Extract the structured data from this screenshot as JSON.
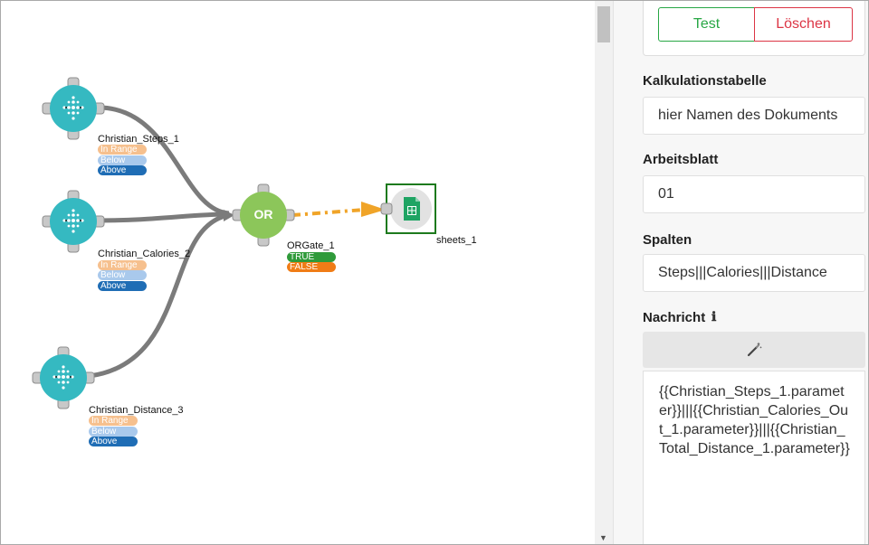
{
  "nodes": {
    "steps": {
      "label": "Christian_Steps_1",
      "tags": [
        "In Range",
        "Below",
        "Above"
      ]
    },
    "calories": {
      "label": "Christian_Calories_2",
      "tags": [
        "In Range",
        "Below",
        "Above"
      ]
    },
    "distance": {
      "label": "Christian_Distance_3",
      "tags": [
        "In Range",
        "Below",
        "Above"
      ]
    },
    "orgate": {
      "text": "OR",
      "label": "ORGate_1",
      "tags": [
        "TRUE",
        "FALSE"
      ]
    },
    "sheets": {
      "label": "sheets_1"
    }
  },
  "panel": {
    "test_label": "Test",
    "delete_label": "Löschen",
    "spreadsheet_label": "Kalkulationstabelle",
    "spreadsheet_value": "hier Namen des Dokuments",
    "worksheet_label": "Arbeitsblatt",
    "worksheet_value": "01",
    "columns_label": "Spalten",
    "columns_value": "Steps|||Calories|||Distance",
    "message_label": "Nachricht",
    "message_value": "{{Christian_Steps_1.parameter}}|||{{Christian_Calories_Out_1.parameter}}|||{{Christian_Total_Distance_1.parameter}}"
  },
  "icons": [
    "fitbit-icon",
    "google-sheets-icon",
    "info-icon",
    "magic-wand-icon"
  ],
  "colors": {
    "teal_node": "#35b9c1",
    "or_node": "#8cc65a",
    "sheets_green": "#1d7a1d",
    "connector_gray": "#7b7b7b",
    "dashed_orange": "#f0a428",
    "test_green": "#28a745",
    "delete_red": "#dc3545"
  }
}
